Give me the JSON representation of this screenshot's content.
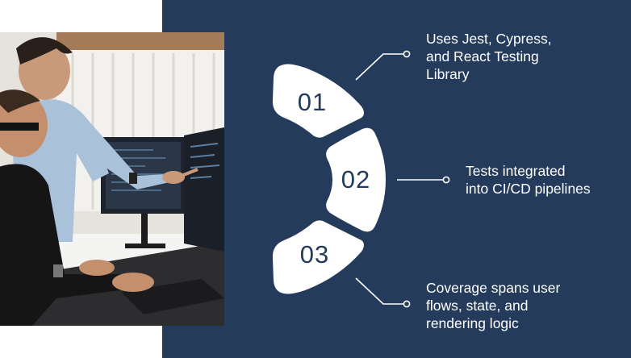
{
  "colors": {
    "panel": "#253b5b",
    "segment": "#ffffff",
    "accent_text": "#ffffff"
  },
  "photo": {
    "subject": "two-developers-at-monitors-photo"
  },
  "steps": [
    {
      "number": "01",
      "lines": [
        "Uses Jest, Cypress,",
        "and React Testing",
        "Library"
      ]
    },
    {
      "number": "02",
      "lines": [
        "Tests integrated",
        "into CI/CD pipelines"
      ]
    },
    {
      "number": "03",
      "lines": [
        "Coverage spans user",
        "flows, state, and",
        "rendering logic"
      ]
    }
  ]
}
